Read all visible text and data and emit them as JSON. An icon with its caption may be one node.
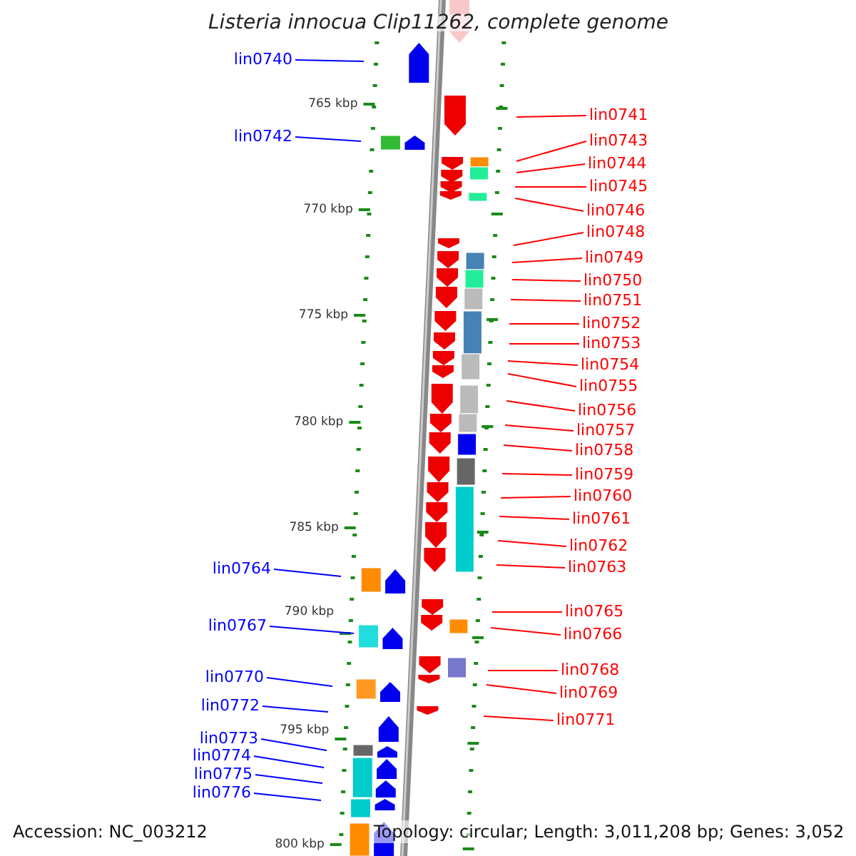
{
  "diagram": {
    "title": "Listeria innocua Clip11262, complete genome",
    "nodes": [
      {
        "text": [
          "lin0740"
        ]
      },
      {
        "text": [
          "lin0741"
        ]
      },
      {
        "text": [
          "lin0742"
        ]
      },
      {
        "text": [
          "lin0743"
        ]
      },
      {
        "text": [
          "lin0744"
        ]
      },
      {
        "text": [
          "lin0745"
        ]
      },
      {
        "text": [
          "lin0746"
        ]
      },
      {
        "text": [
          "lin0748"
        ]
      },
      {
        "text": [
          "lin0749"
        ]
      },
      {
        "text": [
          "lin0750"
        ]
      },
      {
        "text": [
          "lin0751"
        ]
      },
      {
        "text": [
          "lin0752"
        ]
      },
      {
        "text": [
          "lin0753"
        ]
      },
      {
        "text": [
          "lin0754"
        ]
      },
      {
        "text": [
          "lin0755"
        ]
      },
      {
        "text": [
          "lin0756"
        ]
      },
      {
        "text": [
          "lin0757"
        ]
      },
      {
        "text": [
          "lin0758"
        ]
      },
      {
        "text": [
          "lin0759"
        ]
      },
      {
        "text": [
          "lin0760"
        ]
      },
      {
        "text": [
          "lin0761"
        ]
      },
      {
        "text": [
          "lin0762"
        ]
      },
      {
        "text": [
          "lin0763"
        ]
      },
      {
        "text": [
          "lin0764"
        ]
      },
      {
        "text": [
          "lin0765"
        ]
      },
      {
        "text": [
          "lin0767"
        ]
      },
      {
        "text": [
          "lin0766"
        ]
      },
      {
        "text": [
          "lin0768"
        ]
      },
      {
        "text": [
          "lin0770"
        ]
      },
      {
        "text": [
          "lin0769"
        ]
      },
      {
        "text": [
          "lin0772"
        ]
      },
      {
        "text": [
          "lin0771"
        ]
      },
      {
        "text": [
          "lin0773"
        ]
      },
      {
        "text": [
          "lin0774"
        ]
      },
      {
        "text": [
          "lin0775"
        ]
      },
      {
        "text": [
          "lin0776"
        ]
      }
    ],
    "edges": [
      {
        "from": 0,
        "to": null,
        "arrow": "none",
        "color": "#0000ff"
      },
      {
        "from": 1,
        "to": null,
        "arrow": "none"
      },
      {
        "from": 2,
        "to": null,
        "arrow": "none",
        "color": "#0000ff"
      },
      {
        "from": 3,
        "to": null,
        "arrow": "none"
      },
      {
        "from": 4,
        "to": null,
        "arrow": "none"
      },
      {
        "from": 5,
        "to": null,
        "arrow": "none"
      },
      {
        "from": 6,
        "to": null,
        "arrow": "none"
      },
      {
        "from": 7,
        "to": null,
        "arrow": "none"
      },
      {
        "from": 8,
        "to": null,
        "arrow": "none"
      },
      {
        "from": 9,
        "to": null,
        "arrow": "none"
      },
      {
        "from": 10,
        "to": null,
        "arrow": "none"
      },
      {
        "from": 11,
        "to": null,
        "arrow": "none"
      },
      {
        "from": 12,
        "to": null,
        "arrow": "none"
      },
      {
        "from": 13,
        "to": null,
        "arrow": "none"
      },
      {
        "from": 14,
        "to": null,
        "arrow": "none"
      },
      {
        "from": 15,
        "to": null,
        "arrow": "none"
      },
      {
        "from": 16,
        "to": null,
        "arrow": "none"
      },
      {
        "from": 17,
        "to": null,
        "arrow": "none"
      },
      {
        "from": 18,
        "to": null,
        "arrow": "none"
      },
      {
        "from": 19,
        "to": null,
        "arrow": "none"
      },
      {
        "from": 20,
        "to": null,
        "arrow": "none"
      },
      {
        "from": 21,
        "to": null,
        "arrow": "none"
      },
      {
        "from": 22,
        "to": null,
        "arrow": "none"
      },
      {
        "from": 23,
        "to": null,
        "arrow": "none",
        "color": "#0000ff"
      },
      {
        "from": 24,
        "to": null,
        "arrow": "none"
      },
      {
        "from": 25,
        "to": null,
        "arrow": "none",
        "color": "#0000ff"
      },
      {
        "from": 26,
        "to": null,
        "arrow": "none"
      },
      {
        "from": 27,
        "to": null,
        "arrow": "none"
      },
      {
        "from": 28,
        "to": null,
        "arrow": "none",
        "color": "#0000ff"
      },
      {
        "from": 29,
        "to": null,
        "arrow": "none"
      },
      {
        "from": 30,
        "to": null,
        "arrow": "none",
        "color": "#0000ff"
      },
      {
        "from": 31,
        "to": null,
        "arrow": "none"
      },
      {
        "from": 32,
        "to": null,
        "arrow": "none",
        "color": "#0000ff"
      },
      {
        "from": 33,
        "to": null,
        "arrow": "none",
        "color": "#0000ff"
      },
      {
        "from": 34,
        "to": null,
        "arrow": "none",
        "color": "#0000ff"
      },
      {
        "from": 35,
        "to": null,
        "arrow": "none",
        "color": "#0000ff"
      }
    ],
    "labels": [
      "765 kbp",
      "770 kbp",
      "775 kbp",
      "780 kbp",
      "785 kbp",
      "790 kbp",
      "795 kbp",
      "800 kbp",
      "Accession: NC_003212",
      "Topology: circular; Length: 3,011,208 bp; Genes: 3,052"
    ]
  }
}
